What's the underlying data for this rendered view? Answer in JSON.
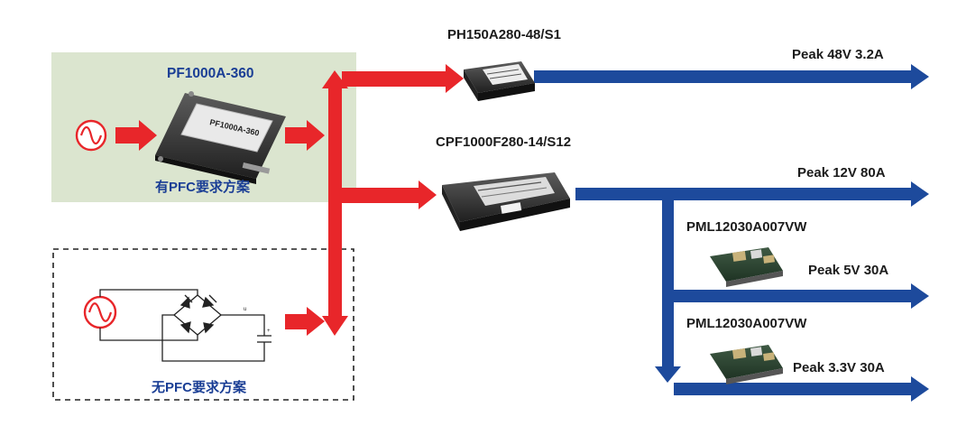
{
  "pfc_section": {
    "module_label": "PF1000A-360",
    "module_print": "PF1000A-360",
    "caption": "有PFC要求方案",
    "bg_color": "#dbe5cf"
  },
  "nonpfc_section": {
    "caption": "无PFC要求方案"
  },
  "modules": {
    "ph150": {
      "label": "PH150A280-48/S1"
    },
    "cpf1000": {
      "label": "CPF1000F280-14/S12"
    },
    "pml_a": {
      "label": "PML12030A007VW"
    },
    "pml_b": {
      "label": "PML12030A007VW"
    }
  },
  "outputs": {
    "out_48v": "Peak 48V 3.2A",
    "out_12v": "Peak 12V 80A",
    "out_5v": "Peak 5V 30A",
    "out_33v": "Peak 3.3V 30A"
  },
  "icons": {
    "ac_source": "ac-source-icon",
    "bridge": "bridge-rectifier-icon"
  },
  "colors": {
    "red_arrow": "#e8262a",
    "blue_arrow": "#1d4a9c",
    "caption_blue": "#1a3e95",
    "ac_symbol": "#e8262a"
  }
}
